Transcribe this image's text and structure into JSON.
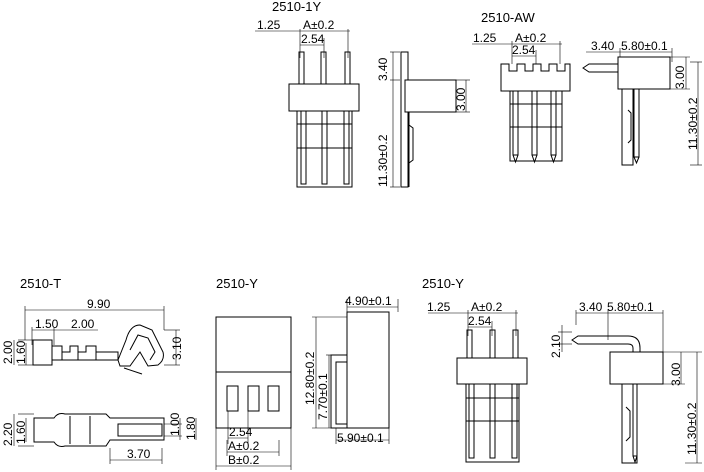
{
  "views": {
    "v1y": {
      "title": "2510-1Y",
      "front": {
        "pitch_left": "1.25",
        "tol_a": "A±0.2",
        "pitch": "2.54"
      },
      "side": {
        "above": "3.40",
        "below": "11.30±0.2",
        "height": "3.00"
      }
    },
    "vaw": {
      "title": "2510-AW",
      "front": {
        "pitch_left": "1.25",
        "tol_a": "A±0.2",
        "pitch": "2.54"
      },
      "side": {
        "top_a": "3.40",
        "top_b": "5.80±0.1",
        "height": "3.00",
        "total": "11.30±0.2"
      }
    },
    "vt": {
      "title": "2510-T",
      "dim_total": "9.90",
      "dim_a": "1.50",
      "dim_b": "2.00",
      "dim_h1": "2.00",
      "dim_h2": "1.60",
      "dim_r": "3.10",
      "dim_h3": "2.20",
      "dim_h4": "1.60",
      "dim_r1": "1.00",
      "dim_r2": "1.80",
      "dim_bottom": "3.70"
    },
    "vy": {
      "title": "2510-Y",
      "front": {
        "pitch": "2.54",
        "tol_a": "A±0.2",
        "tol_b": "B±0.2"
      },
      "side": {
        "top": "4.90±0.1",
        "h1": "12.80±0.2",
        "h2": "7.70±0.1",
        "bottom": "5.90±0.1"
      }
    },
    "vy2": {
      "title": "2510-Y",
      "front": {
        "pitch_left": "1.25",
        "tol_a": "A±0.2",
        "pitch": "2.54"
      },
      "side": {
        "top_a": "3.40",
        "top_b": "5.80±0.1",
        "left": "2.10",
        "height": "3.00",
        "total": "11.30±0.2"
      }
    }
  }
}
